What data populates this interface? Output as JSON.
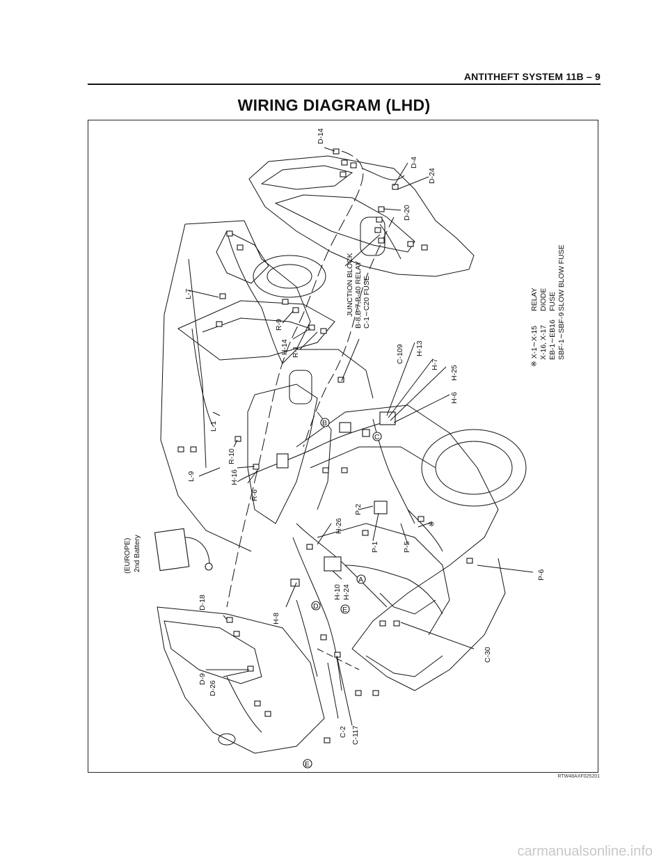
{
  "header": {
    "section": "ANTITHEFT SYSTEM  11B – 9"
  },
  "title": "WIRING DIAGRAM (LHD)",
  "diagram": {
    "labels": {
      "d14": "D-14",
      "d4": "D-4",
      "d24": "D-24",
      "d20": "D-20",
      "jb1": "JUNCTION BLOCK",
      "jb2": "B-8,B-7,B-40 RELAY",
      "jb3": "C-1∼C20 FUSE",
      "l7": "L-7",
      "r9": "R-9",
      "h14": "H-14",
      "r1": "R-1",
      "c109": "C-109",
      "h13": "H-13",
      "h7": "H-7",
      "h25": "H-25",
      "h6": "H-6",
      "l1": "L-1",
      "r10": "R-10",
      "l9": "L-9",
      "h16": "H-16",
      "r6": "R-6",
      "p2": "P-2",
      "h26": "H-26",
      "p1": "P-1",
      "p5": "P-5",
      "mark": "※",
      "bat1": "(EUROPE)",
      "bat2": "2nd Battery",
      "d18": "D-18",
      "h8": "H-8",
      "h10": "H-10",
      "h24": "H-24",
      "p6": "P-6",
      "c30": "C-30",
      "d9": "D-9",
      "d26": "D-26",
      "c2": "C-2",
      "c117": "C-117"
    },
    "legend": [
      {
        "key": "※ X-1∼X-15",
        "val": "RELAY"
      },
      {
        "key": "X-16, X-17",
        "val": "DIODE"
      },
      {
        "key": "EB-1∼EB16",
        "val": "FUSE"
      },
      {
        "key": "SBF-1∼SBF-9",
        "val": "SLOW BLOW FUSE"
      }
    ],
    "grounds": [
      "A",
      "B",
      "C",
      "D",
      "E",
      "E"
    ]
  },
  "image_code": "RTW48AXF025201",
  "footer_watermark": "carmanualsonline.info"
}
